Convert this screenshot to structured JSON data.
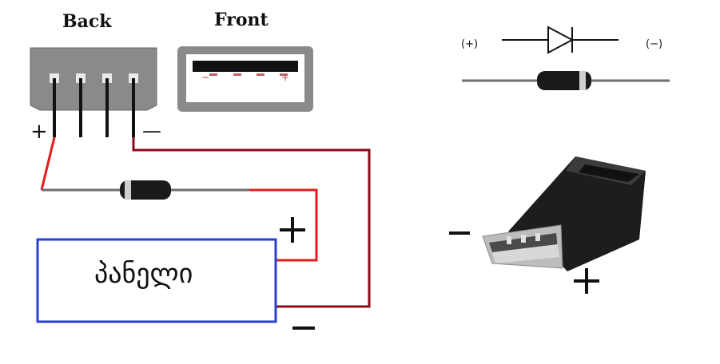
{
  "labels": {
    "back": "Back",
    "front": "Front",
    "plus_left": "+",
    "minus_left": "—",
    "panel": "პანელი",
    "polarity_plus": "(+)",
    "polarity_minus": "(−)",
    "front_minus": "−",
    "front_plus": "+"
  },
  "colors": {
    "wire_red": "#e41b1b",
    "wire_dark_red": "#8b0a1a",
    "panel_border": "#2a3fd1",
    "diode_body": "#1a1a1a",
    "diode_band": "#cfcfcf",
    "lead_gray": "#6e6e6e",
    "connector_gray": "#8a8a8a"
  },
  "icons": {
    "usb_back_connector": "usb-a-back-icon",
    "usb_front_connector": "usb-a-front-icon",
    "diode_symbol": "diode-symbol-icon",
    "diode_component": "diode-component-icon",
    "usb_adapter_photo": "usb-adapter-icon"
  }
}
